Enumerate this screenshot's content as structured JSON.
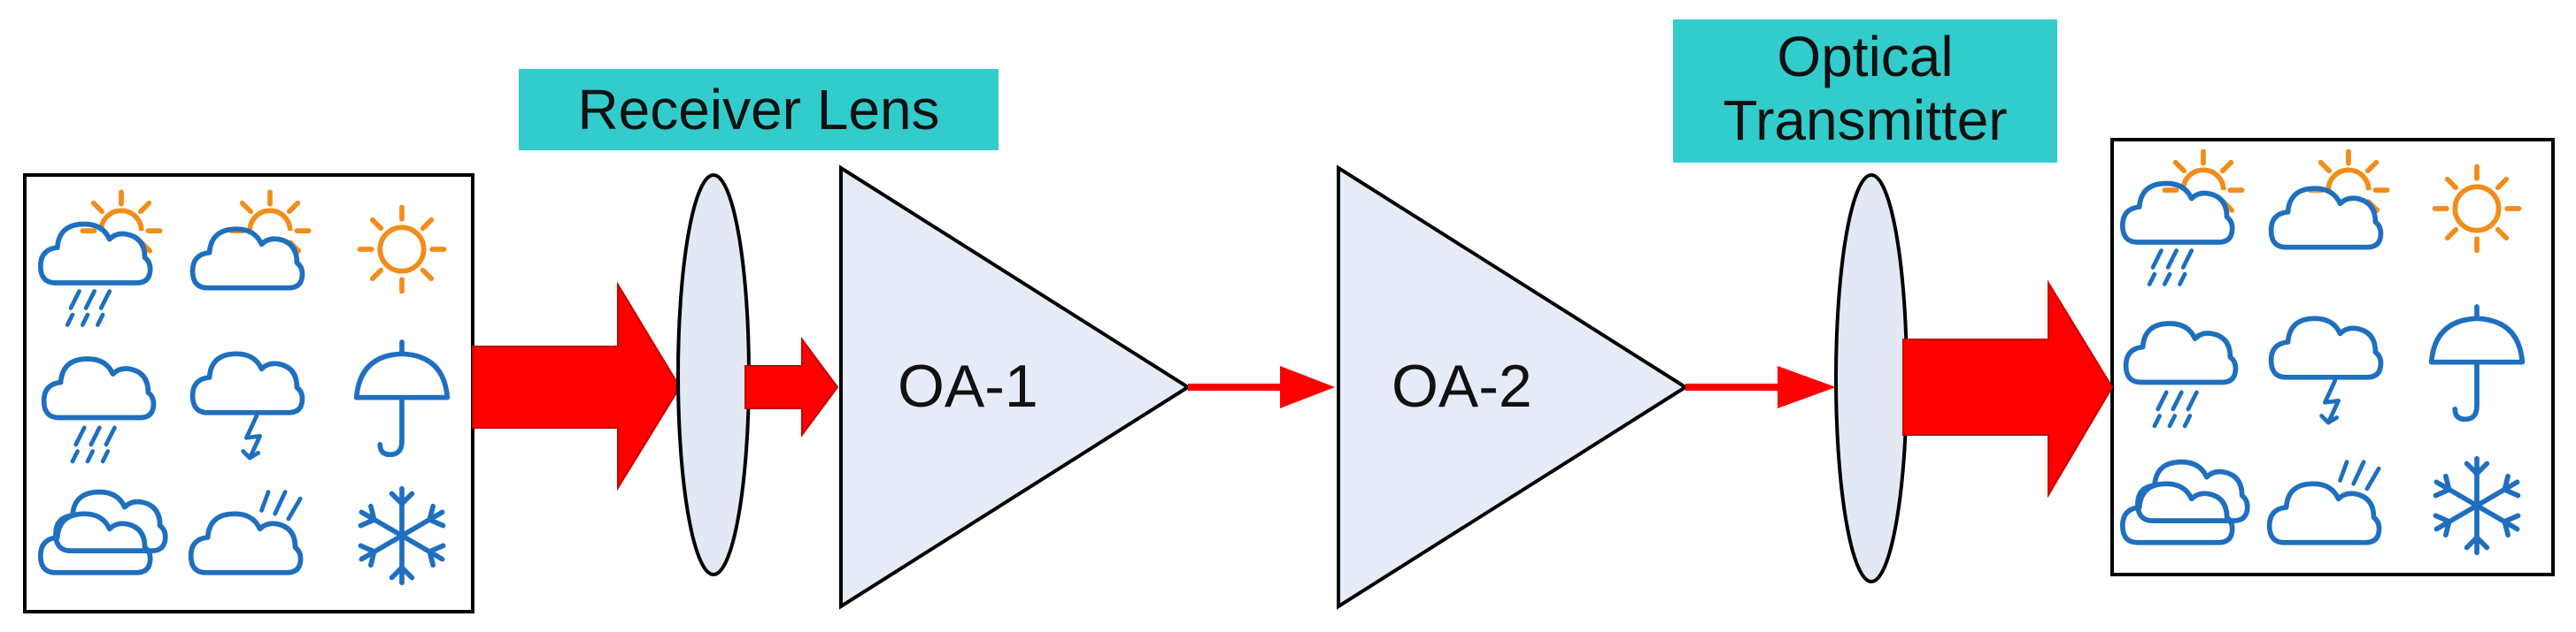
{
  "labels": {
    "receiver_lens": "Receiver Lens",
    "optical_transmitter_line1": "Optical",
    "optical_transmitter_line2": "Transmitter",
    "amp1": "OA-1",
    "amp2": "OA-2"
  },
  "colors": {
    "label_bg": "#33cccc",
    "arrow": "#ff0000",
    "lens_fill": "#e3e8f5",
    "amp_fill": "#e6ecf7",
    "icon_blue": "#1f6fbf",
    "icon_orange": "#f28c1a"
  },
  "input_panel": {
    "icons": [
      "partly-sunny-rain",
      "partly-sunny-cloud",
      "sun",
      "cloud-rain",
      "cloud-thunderstorm",
      "umbrella",
      "double-cloud",
      "cloud-hail",
      "snowflake"
    ]
  },
  "output_panel": {
    "icons": [
      "partly-sunny-rain",
      "partly-sunny-cloud",
      "sun",
      "cloud-rain",
      "cloud-thunderstorm",
      "umbrella",
      "double-cloud",
      "cloud-hail",
      "snowflake"
    ]
  }
}
